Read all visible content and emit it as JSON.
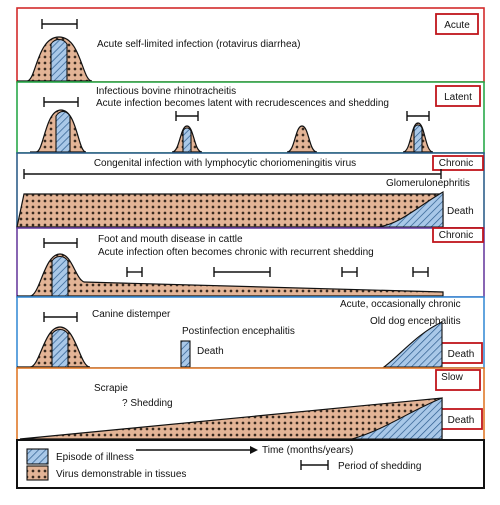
{
  "panels": [
    {
      "category": "Acute",
      "border_color": "#d22b2b",
      "tag_color": "#c0151b",
      "lines": [
        "Acute self-limited infection (rotavirus diarrhea)"
      ],
      "labels": []
    },
    {
      "category": "Latent",
      "border_color": "#2aa84a",
      "tag_color": "#c0151b",
      "lines": [
        "Infectious bovine rhinotracheitis",
        "Acute infection becomes latent with recrudescences and shedding"
      ],
      "labels": []
    },
    {
      "category": "Chronic",
      "border_color": "#2f5f8a",
      "tag_color": "#c0151b",
      "lines": [
        "Congenital infection with lymphocytic choriomeningitis virus"
      ],
      "labels": [
        "Glomerulonephritis",
        "Death"
      ]
    },
    {
      "category": "Chronic",
      "border_color": "#6a3fa0",
      "tag_color": "#c0151b",
      "lines": [
        "Foot and mouth disease in cattle",
        "Acute infection often becomes chronic with recurrent shedding"
      ],
      "labels": []
    },
    {
      "category": "",
      "border_color": "#3b8ed6",
      "tag_color": "#c0151b",
      "lines": [
        "Canine distemper"
      ],
      "labels": [
        "Postinfection encephalitis",
        "Death",
        "Acute, occasionally chronic",
        "Old dog encephalitis",
        "Death"
      ]
    },
    {
      "category": "Slow",
      "border_color": "#e07a2a",
      "tag_color": "#c0151b",
      "lines": [
        "Scrapie",
        "? Shedding"
      ],
      "labels": [
        "Death"
      ]
    }
  ],
  "legend": {
    "episode_label": "Episode of illness",
    "virus_label": "Virus demonstrable in tissues",
    "time_label": "Time (months/years)",
    "shedding_label": "Period of shedding"
  },
  "colors": {
    "virus_fill": "#e3b496",
    "virus_dots": "#3a2b20",
    "episode_fill": "#a9c8e8",
    "episode_hatch": "#2a5a8c",
    "outline": "#111111"
  }
}
